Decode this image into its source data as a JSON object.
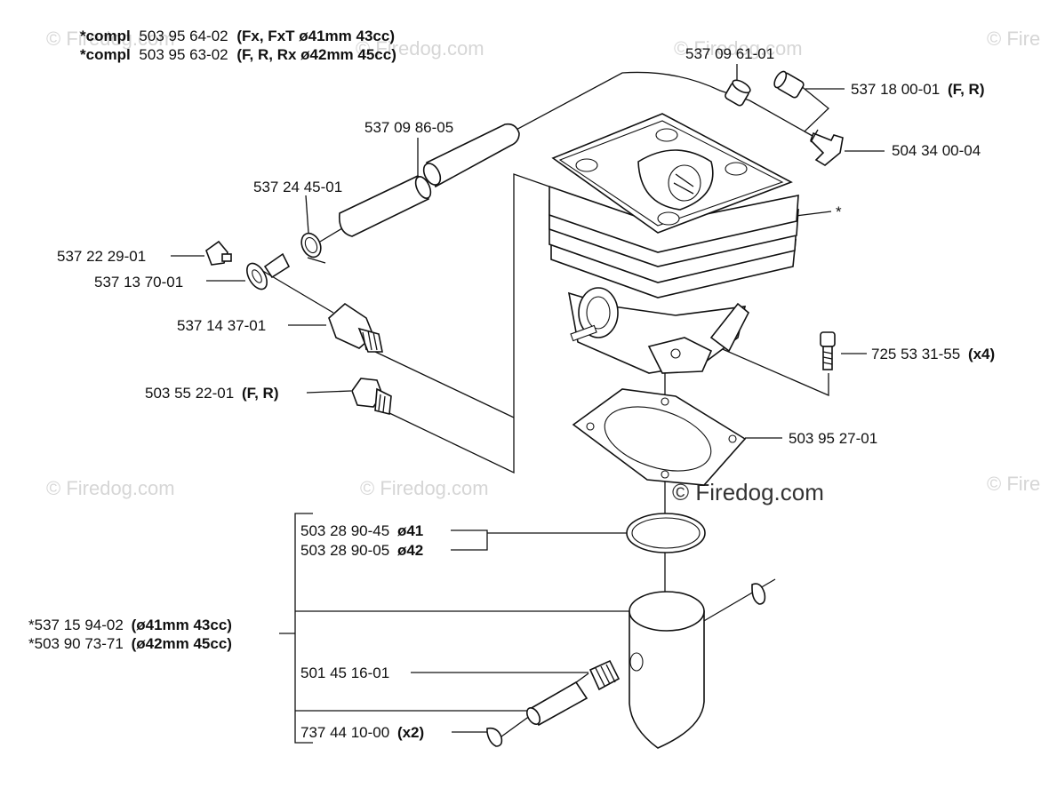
{
  "header": {
    "line1": {
      "prefix": "*compl",
      "number": "503 95 64-02",
      "note": "(Fx, FxT ø41mm 43cc)"
    },
    "line2": {
      "prefix": "*compl",
      "number": "503 95 63-02",
      "note": "(F, R, Rx ø42mm 45cc)"
    }
  },
  "watermarks": {
    "text": "© Firedog.com",
    "partial": "© Fire",
    "main": "© Firedog.com"
  },
  "parts": {
    "p_537_09_61_01": {
      "number": "537 09 61-01",
      "note": ""
    },
    "p_537_18_00_01": {
      "number": "537 18 00-01",
      "note": "(F, R)"
    },
    "p_504_34_00_04": {
      "number": "504 34 00-04",
      "note": ""
    },
    "p_537_09_86_05": {
      "number": "537 09 86-05",
      "note": ""
    },
    "p_537_24_45_01": {
      "number": "537 24 45-01",
      "note": ""
    },
    "p_537_22_29_01": {
      "number": "537 22 29-01",
      "note": ""
    },
    "p_537_13_70_01": {
      "number": "537 13 70-01",
      "note": ""
    },
    "p_537_14_37_01": {
      "number": "537 14 37-01",
      "note": ""
    },
    "p_503_55_22_01": {
      "number": "503 55 22-01",
      "note": "(F, R)"
    },
    "cylinder_star": {
      "number": "*",
      "note": ""
    },
    "p_725_53_31_55": {
      "number": "725 53 31-55",
      "note": "(x4)"
    },
    "p_503_95_27_01": {
      "number": "503 95 27-01",
      "note": ""
    },
    "p_503_28_90_45": {
      "number": "503 28 90-45",
      "note": "ø41"
    },
    "p_503_28_90_05": {
      "number": "503 28 90-05",
      "note": "ø42"
    },
    "p_537_15_94_02": {
      "number": "*537 15 94-02",
      "note": "(ø41mm 43cc)"
    },
    "p_503_90_73_71": {
      "number": "*503 90 73-71",
      "note": "(ø42mm 45cc)"
    },
    "p_501_45_16_01": {
      "number": "501 45 16-01",
      "note": ""
    },
    "p_737_44_10_00": {
      "number": "737 44 10-00",
      "note": "(x2)"
    }
  }
}
